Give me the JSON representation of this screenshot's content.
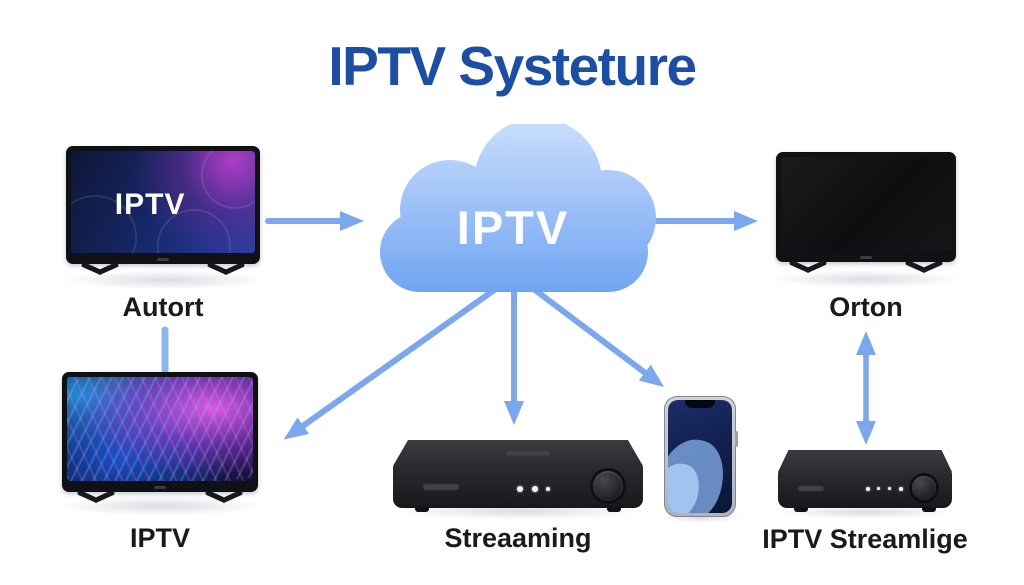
{
  "title": "IPTV Systeture",
  "colors": {
    "title_blue": "#1c4ea6",
    "arrow_blue": "#7aa7ee",
    "caption_dark": "#191a1c",
    "cloud_gradient_top": "#c7dcfc",
    "cloud_gradient_bottom": "#6ea3f2"
  },
  "cloud": {
    "label": "IPTV"
  },
  "nodes": {
    "tv_top_left": {
      "screen_label": "IPTV",
      "caption": "Autort"
    },
    "tv_top_right": {
      "caption": "Orton"
    },
    "tv_bottom_left": {
      "caption": "IPTV"
    },
    "stb_center": {
      "caption": "Streaaming"
    },
    "stb_right": {
      "caption": "IPTV Streamlige"
    }
  },
  "connections": [
    {
      "from": "tv_top_left",
      "to": "cloud",
      "style": "arrow"
    },
    {
      "from": "cloud",
      "to": "tv_top_right",
      "style": "arrow"
    },
    {
      "from": "cloud",
      "to": "tv_bottom_left",
      "style": "arrow"
    },
    {
      "from": "cloud",
      "to": "stb_center",
      "style": "arrow"
    },
    {
      "from": "cloud",
      "to": "phone",
      "style": "arrow"
    },
    {
      "from": "tv_top_left",
      "to": "tv_bottom_left",
      "style": "line"
    },
    {
      "from": "tv_top_right",
      "to": "stb_right",
      "style": "double-arrow"
    }
  ]
}
